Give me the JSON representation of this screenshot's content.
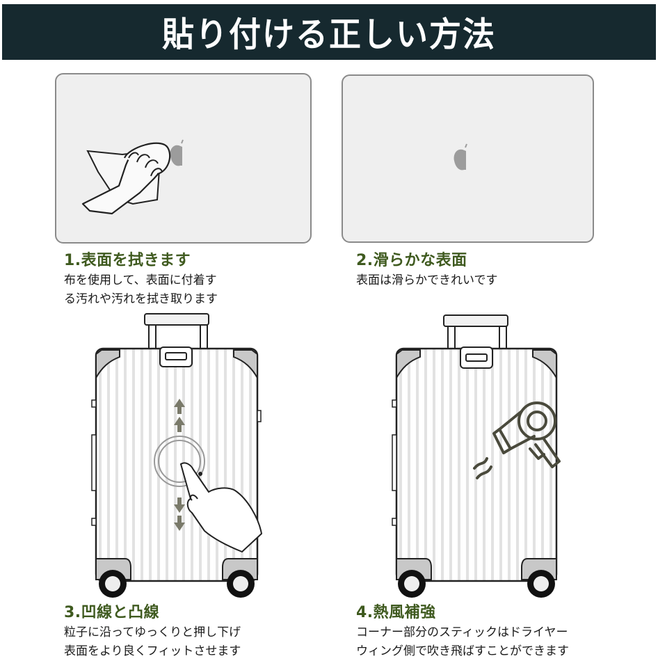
{
  "banner": {
    "title": "貼り付ける正しい方法",
    "background": "#16292f"
  },
  "steps": [
    {
      "heading": "1.表面を拭きます",
      "lines": [
        "布を使用して、表面に付着す",
        "る汚れや汚れを拭き取ります"
      ],
      "illustration": "hand-wiping-laptop-lid-icon"
    },
    {
      "heading": "2.滑らかな表面",
      "lines": [
        "表面は滑らかできれいです"
      ],
      "illustration": "clean-laptop-lid-icon"
    },
    {
      "heading": "3.凹線と凸線",
      "lines": [
        "粒子に沿ってゆっくりと押し下げ",
        "表面をより良くフィットさせます"
      ],
      "illustration": "suitcase-finger-press-icon"
    },
    {
      "heading": "4.熱風補強",
      "lines": [
        "コーナー部分のスティックはドライヤー",
        "ウィング側で吹き飛ばすことができます"
      ],
      "illustration": "suitcase-hair-dryer-icon"
    }
  ],
  "colors": {
    "heading": "#3f5a1f",
    "body_text": "#1a1a1a",
    "panel_bg": "#efefef",
    "panel_border": "#8a8a8a",
    "icon_stroke": "#4a4a3c"
  }
}
